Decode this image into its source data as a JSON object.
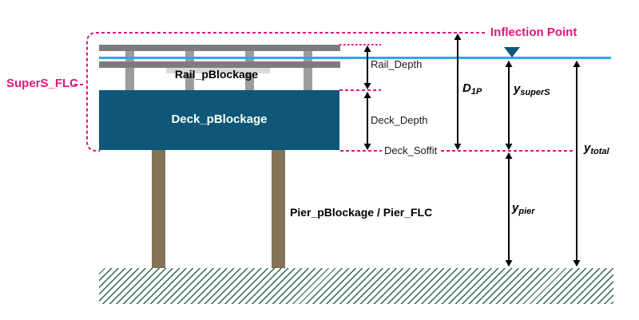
{
  "colors": {
    "magenta": "#E6127E",
    "cyan": "#29ABE2",
    "deck": "#0F5778",
    "rail": "#7C7C7C",
    "post": "#9C9C9C",
    "panel": "#D9D9D9",
    "pier": "#857358",
    "hatch": "#2D6458",
    "ink": "#1A1A1A"
  },
  "structure": {
    "rail_label": "Rail_pBlockage",
    "deck_label": "Deck_pBlockage",
    "pier_label": "Pier_pBlockage / Pier_FLC"
  },
  "annotations": {
    "supers_flc": "SuperS_FLC",
    "inflection_point": "Inflection Point",
    "rail_depth": "Rail_Depth",
    "deck_depth": "Deck_Depth",
    "deck_soffit": "Deck_Soffit"
  },
  "dimensions": {
    "d1p": {
      "base": "D",
      "sub": "1P"
    },
    "y_supers": {
      "base": "y",
      "sub": "superS"
    },
    "y_total": {
      "base": "y",
      "sub": "total"
    },
    "y_pier": {
      "base": "y",
      "sub": "pier"
    }
  }
}
